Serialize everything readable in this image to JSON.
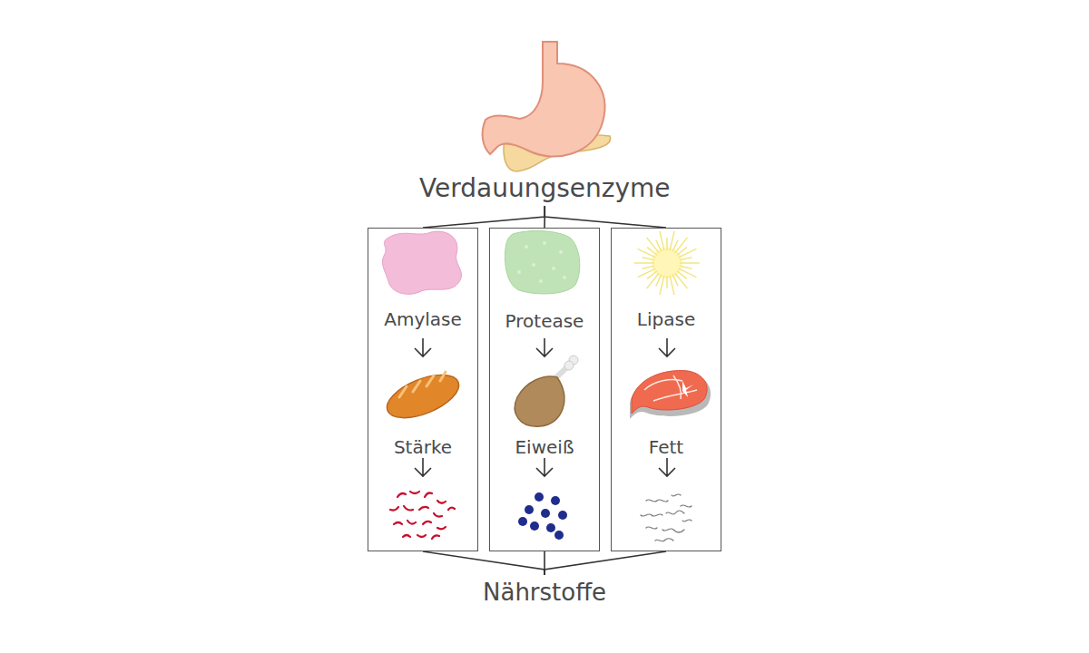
{
  "diagram": {
    "nodes": [
      {
        "text": [
          "Verdauungsenzyme"
        ]
      },
      {
        "text": [
          "Amylase",
          "Stärke"
        ]
      },
      {
        "text": [
          "Protease",
          "Eiweiß"
        ]
      },
      {
        "text": [
          "Lipase",
          "Fett"
        ]
      },
      {
        "text": [
          "Nährstoffe"
        ]
      }
    ],
    "edges": [
      {
        "from": 0,
        "to": 1,
        "arrow": "none"
      },
      {
        "from": 0,
        "to": 2,
        "arrow": "none"
      },
      {
        "from": 0,
        "to": 3,
        "arrow": "none"
      },
      {
        "from": 1,
        "to": 4,
        "arrow": "none"
      },
      {
        "from": 2,
        "to": 4,
        "arrow": "none"
      },
      {
        "from": 3,
        "to": 4,
        "arrow": "none"
      }
    ]
  }
}
